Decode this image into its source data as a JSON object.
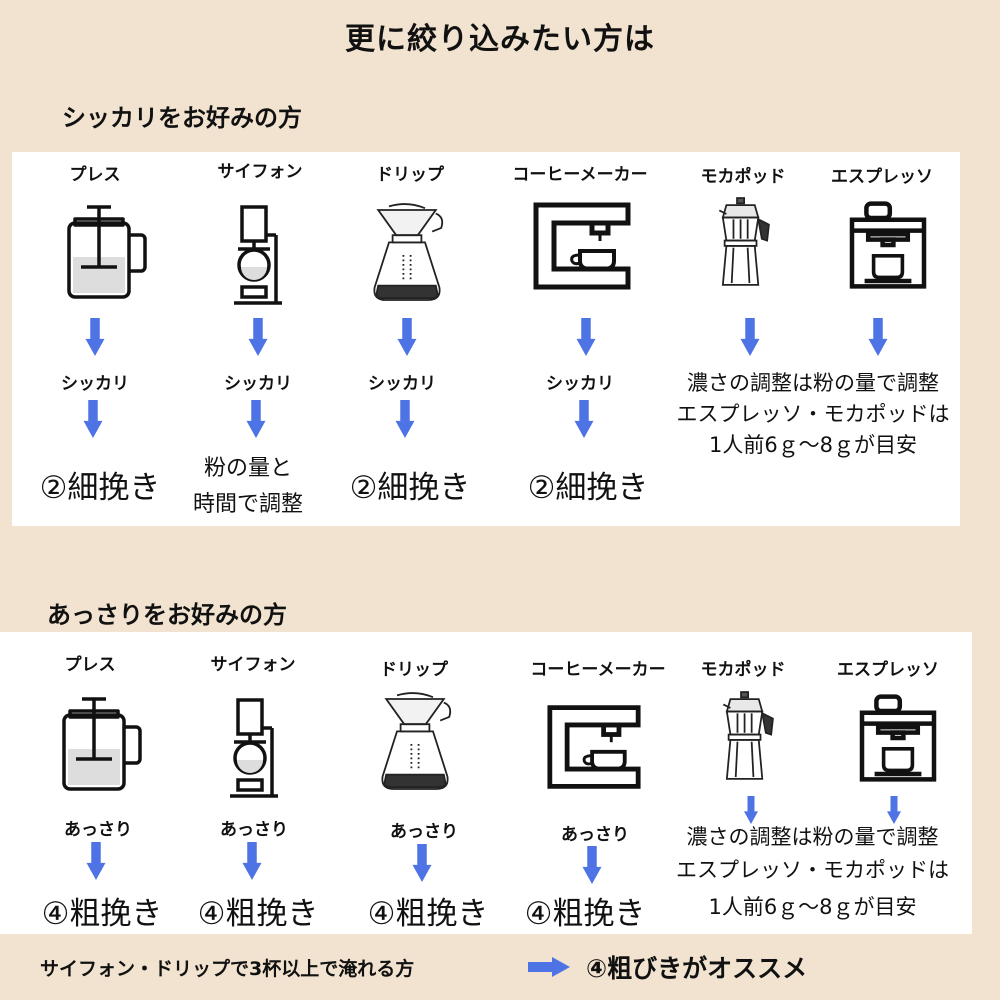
{
  "title": "更に絞り込みたい方は",
  "colors": {
    "background": "#f1e3cf",
    "panel": "#ffffff",
    "arrow": "#4e73e5",
    "ink": "#111111"
  },
  "section1": {
    "heading": "シッカリをお好みの方",
    "methods": [
      {
        "label": "プレス",
        "icon": "french-press-icon",
        "result": "シッカリ",
        "grind": "②細挽き"
      },
      {
        "label": "サイフォン",
        "icon": "siphon-icon",
        "result": "シッカリ",
        "grind_lines": [
          "粉の量と",
          "時間で調整"
        ]
      },
      {
        "label": "ドリップ",
        "icon": "pour-over-icon",
        "result": "シッカリ",
        "grind": "②細挽き"
      },
      {
        "label": "コーヒーメーカー",
        "icon": "coffee-maker-icon",
        "result": "シッカリ",
        "grind": "②細挽き"
      },
      {
        "label": "モカポッド",
        "icon": "moka-pot-icon"
      },
      {
        "label": "エスプレッソ",
        "icon": "espresso-machine-icon"
      }
    ],
    "shared_note": [
      "濃さの調整は粉の量で調整",
      "エスプレッソ・モカポッドは",
      "1人前6ｇ～8ｇが目安"
    ]
  },
  "section2": {
    "heading": "あっさりをお好みの方",
    "methods": [
      {
        "label": "プレス",
        "icon": "french-press-icon",
        "result": "あっさり",
        "grind": "④粗挽き"
      },
      {
        "label": "サイフォン",
        "icon": "siphon-icon",
        "result": "あっさり",
        "grind": "④粗挽き"
      },
      {
        "label": "ドリップ",
        "icon": "pour-over-icon",
        "result": "あっさり",
        "grind": "④粗挽き"
      },
      {
        "label": "コーヒーメーカー",
        "icon": "coffee-maker-icon",
        "result": "あっさり",
        "grind": "④粗挽き"
      },
      {
        "label": "モカポッド",
        "icon": "moka-pot-icon"
      },
      {
        "label": "エスプレッソ",
        "icon": "espresso-machine-icon"
      }
    ],
    "shared_note": [
      "濃さの調整は粉の量で調整",
      "エスプレッソ・モカポッドは",
      "1人前6ｇ～8ｇが目安"
    ]
  },
  "footer": {
    "condition": "サイフォン・ドリップで3杯以上で淹れる方",
    "recommendation": "④粗びきがオススメ"
  }
}
